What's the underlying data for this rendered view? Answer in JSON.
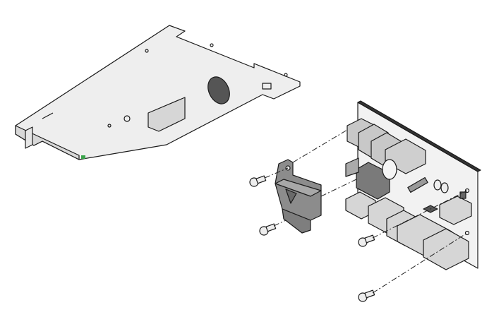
{
  "illustration": {
    "parts": [
      "mounting-plate",
      "cover",
      "circuit-board",
      "screws"
    ],
    "screw_count": 4,
    "colors": {
      "line": "#1a1a1a",
      "plate": "#eeeeee",
      "board": "#f2f2f2",
      "connector": "#d6d6d6",
      "relay_dark": "#7a7a7a",
      "cover": "#8c8c8c",
      "accent_green": "#3aa34a"
    }
  }
}
